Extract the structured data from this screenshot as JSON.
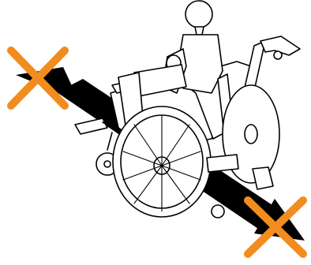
{
  "figure": {
    "subject": "wheelchair-with-occupant",
    "direction_arrow": "diagonal-double-headed",
    "forbidden_marks": 2
  },
  "colors": {
    "background": "#ffffff",
    "line": "#000000",
    "arrow": "#000000",
    "cross": "#f28c1e"
  },
  "icons": [
    "wheelchair-icon",
    "mannequin-icon",
    "arrow-icon",
    "orange-x-icon"
  ]
}
